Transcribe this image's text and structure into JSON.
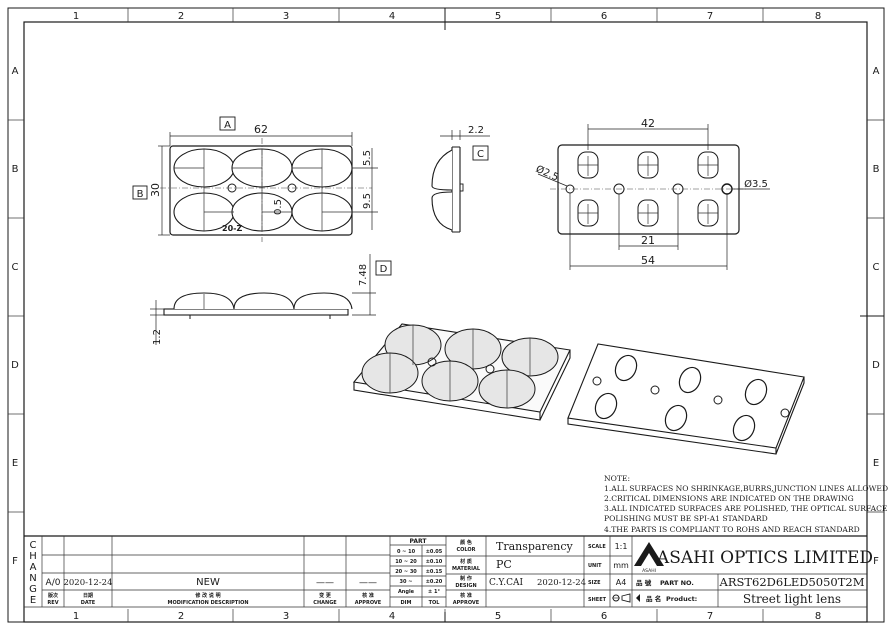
{
  "frame": {
    "columns": [
      "1",
      "2",
      "3",
      "4",
      "5",
      "6",
      "7",
      "8"
    ],
    "rows": [
      "A",
      "B",
      "C",
      "D",
      "E",
      "F"
    ]
  },
  "views": {
    "top": {
      "view_label": "A",
      "side_label": "B",
      "dim_width": "62",
      "dim_height": "30",
      "dim_right_top": "5.5",
      "dim_right_mid": "9.5",
      "dim_center": "0.5",
      "engraving": "20-Z"
    },
    "side": {
      "view_label": "C",
      "dim_thickness": "2.2"
    },
    "front": {
      "view_label": "D",
      "dim_height": "7.48",
      "dim_base": "1.2"
    },
    "bottom": {
      "dim_top": "42",
      "dim_pitch": "21",
      "dim_total": "54",
      "dim_small_hole": "Ø2.5",
      "dim_large_hole": "Ø3.5"
    }
  },
  "notes": {
    "title": "NOTE:",
    "lines": [
      "1.ALL SURFACES NO SHRINKAGE,BURRS,JUNCTION LINES ALLOWED",
      "2.CRITICAL DIMENSIONS ARE INDICATED ON THE DRAWING",
      "3.ALL INDICATED SURFACES ARE POLISHED, THE OPTICAL SURFACE",
      "POLISHING MUST BE SPI-A1 STANDARD",
      "4.THE PARTS IS COMPLIANT TO ROHS AND REACH STANDARD"
    ]
  },
  "title_block": {
    "change_letters": [
      "C",
      "H",
      "A",
      "N",
      "G",
      "E"
    ],
    "rev": "A/0",
    "date": "2020-12-24",
    "description": "NEW",
    "change_dash": "——",
    "approve_dash": "——",
    "col_rev": "REV",
    "col_date": "DATE",
    "col_desc": "MODIFICATION DESCRIPTION",
    "col_change": "CHANGE",
    "col_approve": "APPROVE",
    "col_rev_cn": "版次",
    "col_date_cn": "日期",
    "col_desc_cn": "修 改 说 明",
    "col_change_cn": "变 更",
    "col_approve_cn": "核 准",
    "tolerance": {
      "header": "PART",
      "rows": [
        {
          "range": "0 ~ 10",
          "tol": "±0.05"
        },
        {
          "range": "10 ~ 20",
          "tol": "±0.10"
        },
        {
          "range": "20 ~ 30",
          "tol": "±0.15"
        },
        {
          "range": "30 ~",
          "tol": "±0.20"
        },
        {
          "range": "Angle",
          "tol": "± 1°"
        }
      ],
      "footer_dim": "DIM",
      "footer_tol": "TOL"
    },
    "labels": {
      "color": "COLOR",
      "color_cn": "颜 色",
      "material": "MATERIAL",
      "material_cn": "材 质",
      "design": "DESIGN",
      "design_cn": "制 作",
      "approve": "APPROVE",
      "approve_cn": "核 准",
      "scale": "SCALE",
      "unit": "UNIT",
      "size": "SIZE",
      "sheet": "SHEET",
      "part_no": "PART NO.",
      "part_no_cn": "品 號",
      "product": "Product:",
      "product_cn": "品 名"
    },
    "color_value": "Transparency",
    "material_value": "PC",
    "designer": "C.Y.CAI",
    "design_date": "2020-12-24",
    "scale_value": "1:1",
    "unit_value": "mm",
    "size_value": "A4",
    "company": "ASAHI OPTICS LIMITED",
    "logo_text": "ASAHI",
    "part_number": "ARST62D6LED5050T2M",
    "product_name": "Street light lens"
  }
}
